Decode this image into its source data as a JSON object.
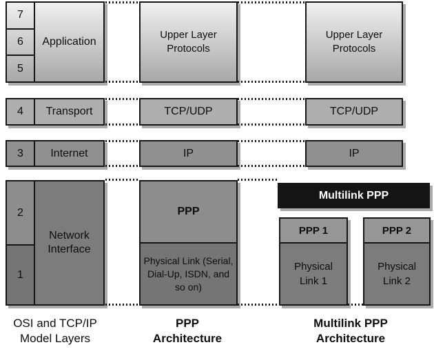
{
  "colors": {
    "border": "#151515",
    "shadow": "#ababab",
    "gradient_top": "#f0f0f0",
    "gradient_bottom": "#a8a8a8",
    "medium_gray": "#aeaeae",
    "dark_gray": "#909090",
    "darker_gray": "#7c7c7c",
    "ppp_section": "#8d8d8d",
    "physical_section": "#757575",
    "ppp_strip": "#969696",
    "multilink_bar_bg": "#151515",
    "multilink_bar_text": "#ffffff",
    "text": "#0d0d0d",
    "background": "#ffffff"
  },
  "osi_column": {
    "caption": "OSI and TCP/IP Model Layers",
    "application": {
      "numbers": [
        "7",
        "6",
        "5"
      ],
      "label": "Application"
    },
    "transport": {
      "number": "4",
      "label": "Transport"
    },
    "internet": {
      "number": "3",
      "label": "Internet"
    },
    "network_interface": {
      "numbers": [
        "2",
        "1"
      ],
      "label": "Network Interface"
    }
  },
  "ppp_column": {
    "caption": "PPP Architecture",
    "upper_layer": "Upper Layer Protocols",
    "transport": "TCP/UDP",
    "internet": "IP",
    "ppp": "PPP",
    "physical_link": "Physical Link (Serial, Dial-Up, ISDN, and so on)"
  },
  "multilink_column": {
    "caption": "Multilink PPP Architecture",
    "upper_layer": "Upper Layer Protocols",
    "transport": "TCP/UDP",
    "internet": "IP",
    "multilink_bar": "Multilink PPP",
    "link1": {
      "ppp": "PPP 1",
      "physical": "Physical Link 1"
    },
    "link2": {
      "ppp": "PPP 2",
      "physical": "Physical Link 2"
    }
  }
}
